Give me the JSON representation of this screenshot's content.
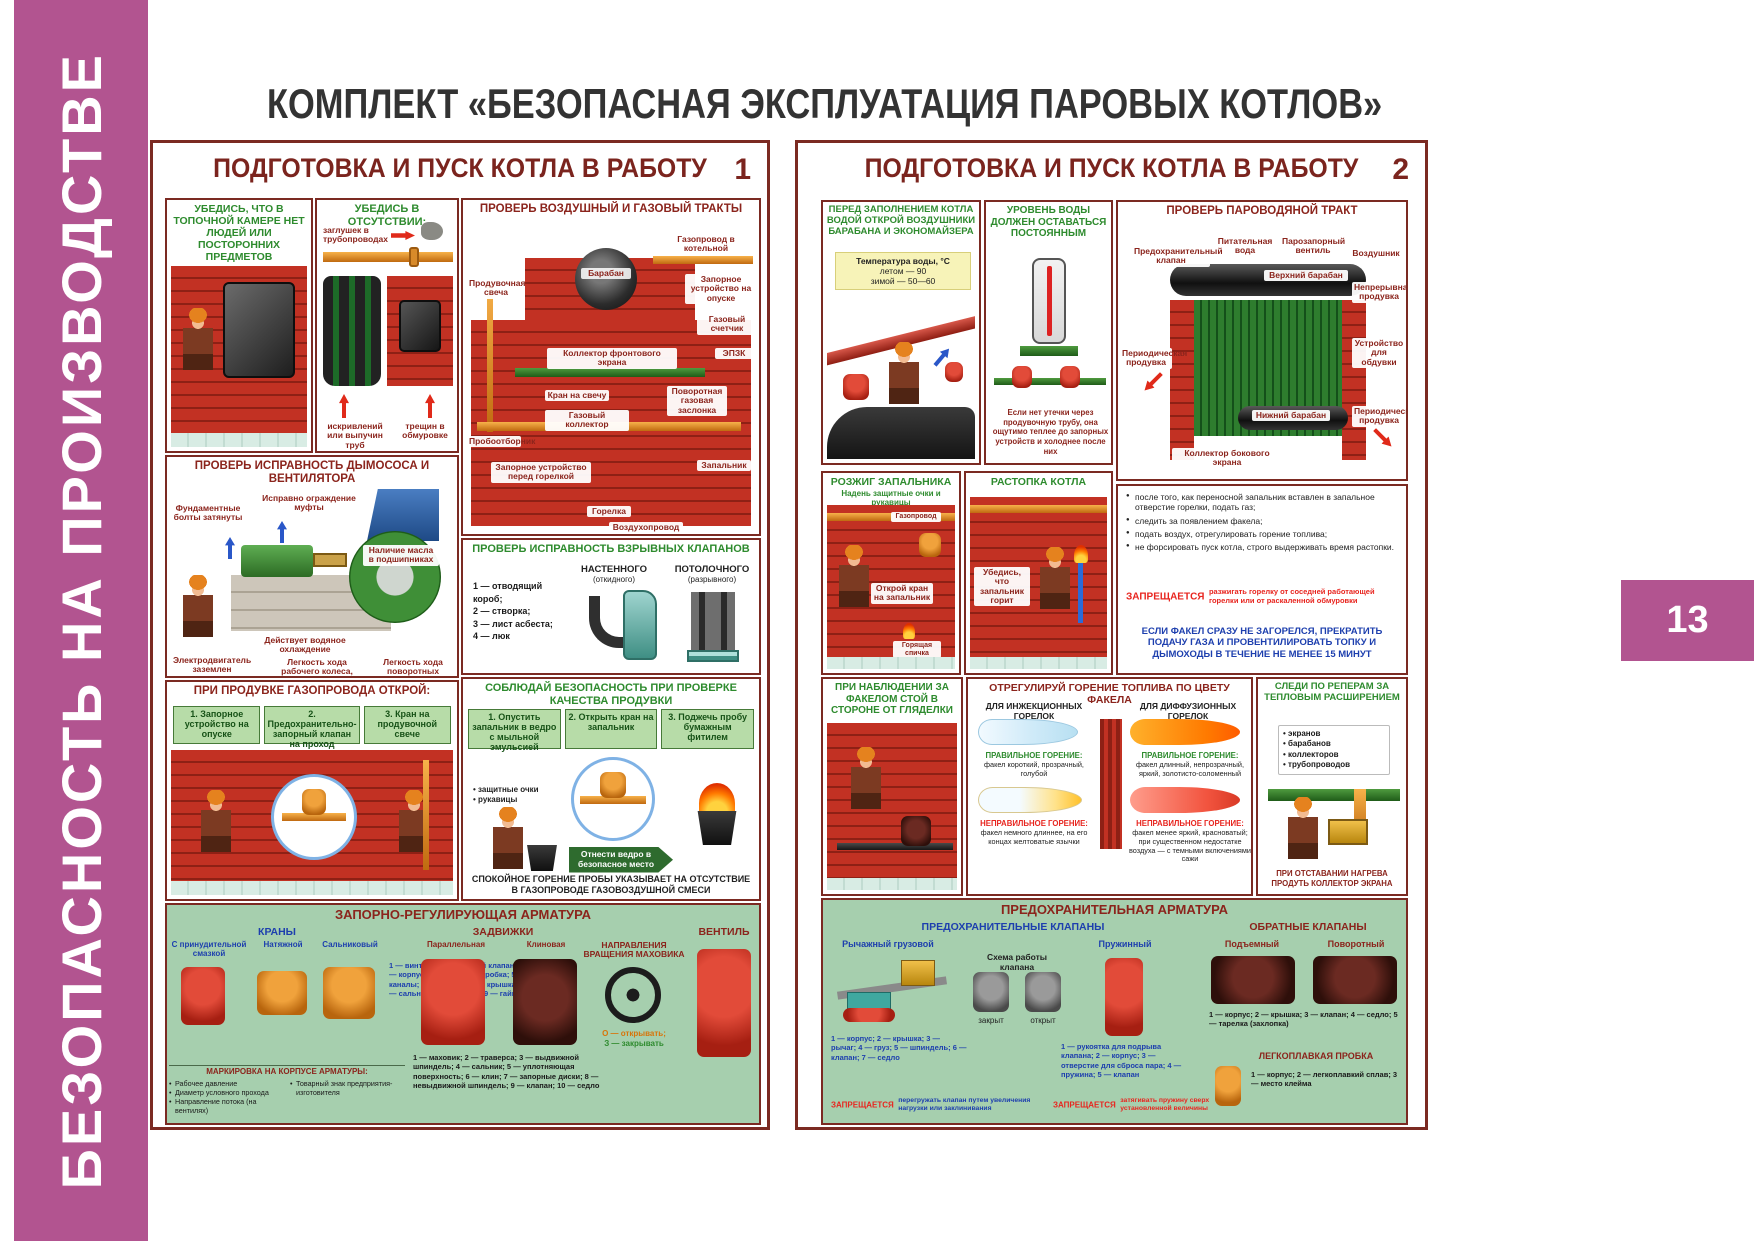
{
  "page": {
    "title": "КОМПЛЕКТ «БЕЗОПАСНАЯ ЭКСПЛУАТАЦИЯ ПАРОВЫХ КОТЛОВ»",
    "sidebar_text": "БЕЗОПАСНОСТЬ НА ПРОИЗВОДСТВЕ",
    "page_number": "13",
    "colors": {
      "sidebar": "#b25490",
      "poster_border": "#7b2a22",
      "title_red": "#8b241c",
      "title_green": "#2e8b2e",
      "panel_green_bg": "#a6cfae",
      "blue": "#1d3fae",
      "warning_red": "#e8251f",
      "brick": "#c23123",
      "note_yellow": "#f7f3b8"
    }
  },
  "poster1": {
    "title": "ПОДГОТОВКА И ПУСК КОТЛА В РАБОТУ",
    "number": "1",
    "furnace": {
      "title": "УБЕДИСЬ, ЧТО В ТОПОЧНОЙ КАМЕРЕ НЕТ ЛЮДЕЙ ИЛИ ПОСТОРОННИХ ПРЕДМЕТОВ"
    },
    "absence": {
      "title": "УБЕДИСЬ В ОТСУТСТВИИ:",
      "plugs": "заглушек в трубопроводах",
      "bends": "искривлений или выпучин труб",
      "cracks": "трещин в обмуровке"
    },
    "tract": {
      "title": "ПРОВЕРЬ ВОЗДУШНЫЙ И ГАЗОВЫЙ ТРАКТЫ",
      "labels": [
        "Продувочная свеча",
        "Барабан",
        "Газопровод в котельной",
        "Запорное устройство на опуске",
        "Газовый счетчик",
        "ЭПЗК",
        "Коллектор фронтового экрана",
        "Кран на свечу",
        "Газовый коллектор",
        "Поворотная газовая заслонка",
        "Пробоотборник",
        "Запорное устройство перед горелкой",
        "Горелка",
        "Запальник",
        "Воздухопровод"
      ]
    },
    "fan": {
      "title": "ПРОВЕРЬ ИСПРАВНОСТЬ ДЫМОСОСА И ВЕНТИЛЯТОРА",
      "labels": [
        "Фундаментные болты затянуты",
        "Исправно ограждение муфты",
        "Наличие масла в подшипниках",
        "Действует водяное охлаждение",
        "Электродвигатель заземлен",
        "Легкость хода рабочего колеса, отсутствие задеваний",
        "Легкость хода поворотных лопаток"
      ]
    },
    "valves": {
      "title": "ПРОВЕРЬ ИСПРАВНОСТЬ ВЗРЫВНЫХ КЛАПАНОВ",
      "wall": "НАСТЕННОГО",
      "wall_sub": "(откидного)",
      "ceiling": "ПОТОЛОЧНОГО",
      "ceiling_sub": "(разрывного)",
      "legend_lines": [
        "1 — отводящий короб;",
        "2 — створка;",
        "3 — лист асбеста;",
        "4 — люк"
      ]
    },
    "purge": {
      "title": "ПРИ ПРОДУВКЕ ГАЗОПРОВОДА ОТКРОЙ:",
      "steps": [
        "1. Запорное устройство на опуске",
        "2. Предохранительно-запорный клапан на проход",
        "3. Кран на продувочной свече"
      ]
    },
    "quality": {
      "title": "СОБЛЮДАЙ БЕЗОПАСНОСТЬ ПРИ ПРОВЕРКЕ КАЧЕСТВА ПРОДУВКИ",
      "steps": [
        "1. Опустить запальник в ведро с мыльной эмульсией",
        "2. Открыть кран на запальник",
        "3. Поджечь пробу бумажным фитилем"
      ],
      "ppe": [
        "защитные очки",
        "рукавицы"
      ],
      "arrow_text": "Отнести ведро в безопасное место",
      "footer": "СПОКОЙНОЕ ГОРЕНИЕ ПРОБЫ УКАЗЫВАЕТ НА ОТСУТСТВИЕ В ГАЗОПРОВОДЕ ГАЗОВОЗДУШНОЙ СМЕСИ"
    },
    "armature": {
      "title": "ЗАПОРНО-РЕГУЛИРУЮЩАЯ АРМАТУРА",
      "cranes_heading": "КРАНЫ",
      "cranes_variants": [
        "С принудительной смазкой",
        "Натяжной",
        "Сальниковый"
      ],
      "cranes_legend": "1 — винт; 2 — шариковый клапан; 3 — корпус; 4 — конусная пробка; 5 — каналы; 6 — головка; 7 — крышка; 8 — сальниковая набивка; 9 — гайка",
      "gates_heading": "ЗАДВИЖКИ",
      "gates_variants": [
        "Параллельная",
        "Клиновая"
      ],
      "gates_legend": "1 — маховик; 2 — траверса; 3 — выдвижной шпиндель; 4 — сальник; 5 — уплотняющая поверхность; 6 — клин; 7 — запорные диски; 8 — невыдвижной шпиндель; 9 — клапан; 10 — седло",
      "wheel_heading": "НАПРАВЛЕНИЯ ВРАЩЕНИЯ МАХОВИКА",
      "wheel_open": "О — открывать;",
      "wheel_close": "З — закрывать",
      "valve_heading": "ВЕНТИЛЬ",
      "marking_heading": "МАРКИРОВКА НА КОРПУСЕ АРМАТУРЫ:",
      "marking_items": [
        "Рабочее давление",
        "Диаметр условного прохода",
        "Направление потока (на вентилях)",
        "Товарный знак предприятия-изготовителя"
      ]
    }
  },
  "poster2": {
    "title": "ПОДГОТОВКА И ПУСК КОТЛА В РАБОТУ",
    "number": "2",
    "fill": {
      "title": "ПЕРЕД ЗАПОЛНЕНИЕМ КОТЛА ВОДОЙ ОТКРОЙ ВОЗДУШНИКИ БАРАБАНА И ЭКОНОМАЙЗЕРА",
      "note_title": "Температура воды, °С",
      "note_lines": [
        "летом — 90",
        "зимой — 50—60"
      ]
    },
    "level": {
      "title": "УРОВЕНЬ ВОДЫ ДОЛЖЕН ОСТАВАТЬСЯ ПОСТОЯННЫМ",
      "note": "Если нет утечки через продувочную трубу, она ощутимо теплее до запорных устройств и холоднее после них"
    },
    "steam": {
      "title": "ПРОВЕРЬ ПАРОВОДЯНОЙ ТРАКТ",
      "labels": [
        "Питательная вода",
        "Предохранительный клапан",
        "Парозапорный вентиль",
        "Воздушник",
        "Верхний барабан",
        "Непрерывная продувка",
        "Устройство для обдувки",
        "Периодическая продувка",
        "Нижний барабан",
        "Коллектор бокового экрана",
        "Периодическая продувка"
      ]
    },
    "igniter": {
      "title": "РОЗЖИГ ЗАПАЛЬНИКА",
      "subtitle": "Надень защитные очки и рукавицы",
      "gas_pipe": "Газопровод",
      "open_tap": "Открой кран на запальник",
      "match": "Горящая спичка"
    },
    "kindling": {
      "title": "РАСТОПКА КОТЛА",
      "check": "Убедись, что запальник горит"
    },
    "rules": {
      "bullets": [
        "после того, как переносной запальник вставлен в запальное отверстие горелки, подать газ;",
        "следить за появлением факела;",
        "подать воздух, отрегулировать горение топлива;",
        "не форсировать пуск котла, строго выдерживать время растопки."
      ],
      "forbidden_word": "ЗАПРЕЩАЕТСЯ",
      "forbidden_text": "разжигать горелку от соседней работающей горелки или от раскаленной обмуровки",
      "warning": "ЕСЛИ ФАКЕЛ СРАЗУ НЕ ЗАГОРЕЛСЯ, ПРЕКРАТИТЬ ПОДАЧУ ГАЗА И ПРОВЕНТИЛИРОВАТЬ ТОПКУ И ДЫМОХОДЫ В ТЕЧЕНИЕ НЕ МЕНЕЕ 15 МИНУТ"
    },
    "watch": {
      "title": "ПРИ НАБЛЮДЕНИИ ЗА ФАКЕЛОМ СТОЙ В СТОРОНЕ ОТ ГЛЯДЕЛКИ"
    },
    "regulate": {
      "title": "ОТРЕГУЛИРУЙ ГОРЕНИЕ ТОПЛИВА ПО ЦВЕТУ ФАКЕЛА",
      "injection_heading": "ДЛЯ ИНЖЕКЦИОННЫХ ГОРЕЛОК",
      "diffusion_heading": "ДЛЯ ДИФФУЗИОННЫХ ГОРЕЛОК",
      "correct_heading": "ПРАВИЛЬНОЕ ГОРЕНИЕ:",
      "incorrect_heading": "НЕПРАВИЛЬНОЕ ГОРЕНИЕ:",
      "injection_correct": "факел короткий, прозрачный, голубой",
      "injection_incorrect": "факел немного длиннее, на его концах желтоватые язычки",
      "diffusion_correct": "факел длинный, непрозрачный, яркий, золотисто-соломенный",
      "diffusion_incorrect": "факел менее яркий, красноватый; при существенном недостатке воздуха — с темными включениями сажи"
    },
    "expansion": {
      "title": "СЛЕДИ ПО РЕПЕРАМ ЗА ТЕПЛОВЫМ РАСШИРЕНИЕМ",
      "items": [
        "экранов",
        "барабанов",
        "коллекторов",
        "трубопроводов"
      ],
      "footer": "ПРИ ОТСТАВАНИИ НАГРЕВА ПРОДУТЬ КОЛЛЕКТОР ЭКРАНА"
    },
    "safety": {
      "title": "ПРЕДОХРАНИТЕЛЬНАЯ АРМАТУРА",
      "valves_heading": "ПРЕДОХРАНИТЕЛЬНЫЕ КЛАПАНЫ",
      "lever_label": "Рычажный грузовой",
      "spring_label": "Пружинный",
      "scheme_label": "Схема работы клапана",
      "closed_label": "закрыт",
      "open_label": "открыт",
      "lever_legend": "1 — корпус; 2 — крышка; 3 — рычаг; 4 — груз; 5 — шпиндель; 6 — клапан; 7 — седло",
      "spring_legend": "1 — рукоятка для подрыва клапана; 2 — корпус; 3 — отверстие для сброса пара; 4 — пружина; 5 — клапан",
      "check_heading": "ОБРАТНЫЕ КЛАПАНЫ",
      "lift_label": "Подъемный",
      "swing_label": "Поворотный",
      "check_legend": "1 — корпус; 2 — крышка; 3 — клапан; 4 — седло; 5 — тарелка (захлопка)",
      "plug_heading": "ЛЕГКОПЛАВКАЯ ПРОБКА",
      "plug_legend": "1 — корпус; 2 — легкоплавкий сплав; 3 — место клейма",
      "warn1_word": "ЗАПРЕЩАЕТСЯ",
      "warn1_text": "перегружать клапан путем увеличения нагрузки или заклинивания",
      "warn2_word": "ЗАПРЕЩАЕТСЯ",
      "warn2_text": "затягивать пружину сверх установленной величины"
    }
  }
}
